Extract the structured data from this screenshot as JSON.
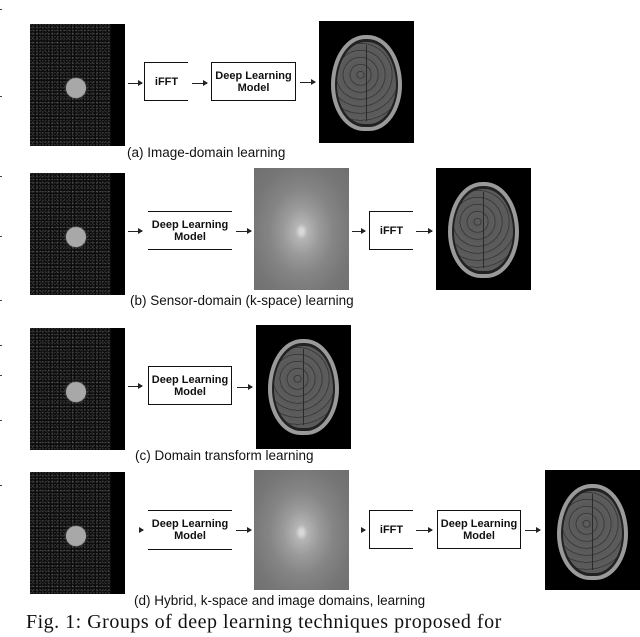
{
  "panels": {
    "a": {
      "caption": "(a) Image-domain learning",
      "steps": [
        "input-undersampled-kspace",
        "iFFT",
        "Deep Learning Model",
        "output-brain-image"
      ],
      "ifft_label": "iFFT",
      "dl_label_line1": "Deep Learning",
      "dl_label_line2": "Model"
    },
    "b": {
      "caption": "(b) Sensor-domain (k-space) learning",
      "dl_label_line1": "Deep Learning",
      "dl_label_line2": "Model",
      "ifft_label": "iFFT"
    },
    "c": {
      "caption": "(c) Domain transform learning",
      "dl_label_line1": "Deep Learning",
      "dl_label_line2": "Model"
    },
    "d": {
      "caption": "(d) Hybrid, k-space and image domains, learning",
      "dl1_label_line1": "Deep Learning",
      "dl1_label_line2": "Model",
      "ifft_label": "iFFT",
      "dl2_label_line1": "Deep Learning",
      "dl2_label_line2": "Model"
    }
  },
  "figure_caption": "Fig. 1: Groups of deep learning techniques proposed for"
}
